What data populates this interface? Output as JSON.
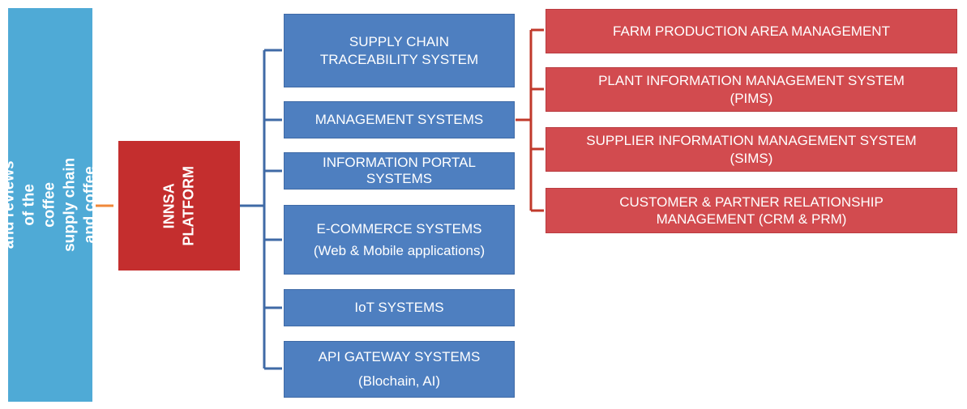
{
  "root": {
    "label": "Critical investigation and reviews of the\ncoffee supply chain and coffee value chain\nin Vietnam"
  },
  "platform": {
    "label": "INNSA\nPLATFORM"
  },
  "systems": [
    {
      "label": "SUPPLY CHAIN\nTRACEABILITY SYSTEM"
    },
    {
      "label": "MANAGEMENT SYSTEMS"
    },
    {
      "label": "INFORMATION PORTAL\nSYSTEMS"
    },
    {
      "label": "E-COMMERCE SYSTEMS\n(Web & Mobile applications)"
    },
    {
      "label": "IoT SYSTEMS"
    },
    {
      "label": "API GATEWAY SYSTEMS\n(Blochain, AI)"
    }
  ],
  "management_modules": [
    {
      "label": "FARM PRODUCTION AREA MANAGEMENT"
    },
    {
      "label": "PLANT INFORMATION MANAGEMENT SYSTEM\n(PIMS)"
    },
    {
      "label": "SUPPLIER INFORMATION MANAGEMENT SYSTEM\n(SIMS)"
    },
    {
      "label": "CUSTOMER & PARTNER RELATIONSHIP\nMANAGEMENT (CRM & PRM)"
    }
  ],
  "colors": {
    "root": "#4faad6",
    "platform": "#c42e2e",
    "systems": "#4e7fc0",
    "modules": "#d24b4f",
    "connector_root": "#f0883a",
    "connector_systems": "#3f6aa6",
    "connector_modules": "#c0392b"
  }
}
